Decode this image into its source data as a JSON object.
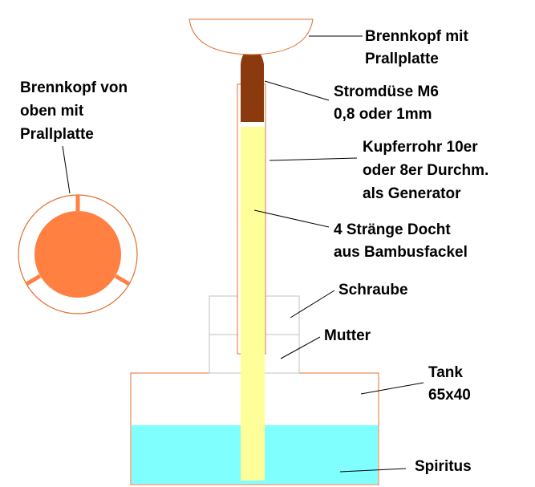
{
  "labels": {
    "brennkopf_mit_prallplatte": [
      "Brennkopf mit",
      "Prallplatte"
    ],
    "brennkopf_von_oben": [
      "Brennkopf von",
      "oben mit",
      "Prallplatte"
    ],
    "stromduese": [
      "Stromdüse M6",
      "0,8 oder 1mm"
    ],
    "kupferrohr": [
      "Kupferrohr 10er",
      "oder 8er Durchm.",
      "als Generator"
    ],
    "docht": [
      "4 Stränge Docht",
      "aus Bambusfackel"
    ],
    "schraube": [
      "Schraube"
    ],
    "mutter": [
      "Mutter"
    ],
    "tank": [
      "Tank",
      "65x40"
    ],
    "spiritus": [
      "Spiritus"
    ]
  },
  "colors": {
    "outline": "#e07030",
    "burner_top_fill": "#ff8040",
    "nozzle": "#8b3a0e",
    "wick": "#ffff99",
    "liquid": "#80ffff",
    "grid": "#c0c0c0",
    "text": "#000000"
  }
}
